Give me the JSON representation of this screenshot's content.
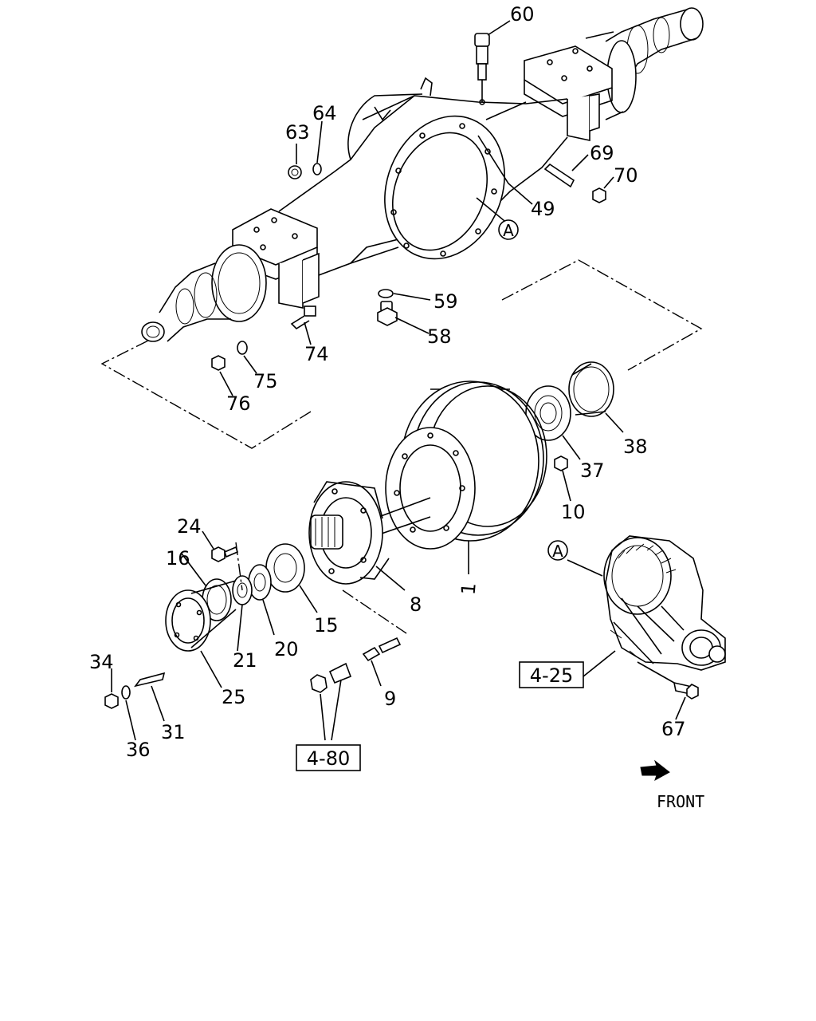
{
  "callouts": [
    {
      "id": "p60",
      "text": "60"
    },
    {
      "id": "p64",
      "text": "64"
    },
    {
      "id": "p63",
      "text": "63"
    },
    {
      "id": "p69",
      "text": "69"
    },
    {
      "id": "p70",
      "text": "70"
    },
    {
      "id": "p49",
      "text": "49"
    },
    {
      "id": "p59",
      "text": "59"
    },
    {
      "id": "p58",
      "text": "58"
    },
    {
      "id": "p74",
      "text": "74"
    },
    {
      "id": "p75",
      "text": "75"
    },
    {
      "id": "p76",
      "text": "76"
    },
    {
      "id": "p38",
      "text": "38"
    },
    {
      "id": "p37",
      "text": "37"
    },
    {
      "id": "p10",
      "text": "10"
    },
    {
      "id": "p24",
      "text": "24"
    },
    {
      "id": "p16",
      "text": "16"
    },
    {
      "id": "p1",
      "text": "1"
    },
    {
      "id": "p8",
      "text": "8"
    },
    {
      "id": "p15",
      "text": "15"
    },
    {
      "id": "p20",
      "text": "20"
    },
    {
      "id": "p21",
      "text": "21"
    },
    {
      "id": "p34",
      "text": "34"
    },
    {
      "id": "p25",
      "text": "25"
    },
    {
      "id": "p9",
      "text": "9"
    },
    {
      "id": "p31",
      "text": "31"
    },
    {
      "id": "p36",
      "text": "36"
    },
    {
      "id": "p67",
      "text": "67"
    }
  ],
  "circle_refs": {
    "housing": "A",
    "differential": "A"
  },
  "ref_boxes": {
    "differential_assy": "4-25",
    "hub_bolts": "4-80"
  },
  "front_label": "FRONT"
}
